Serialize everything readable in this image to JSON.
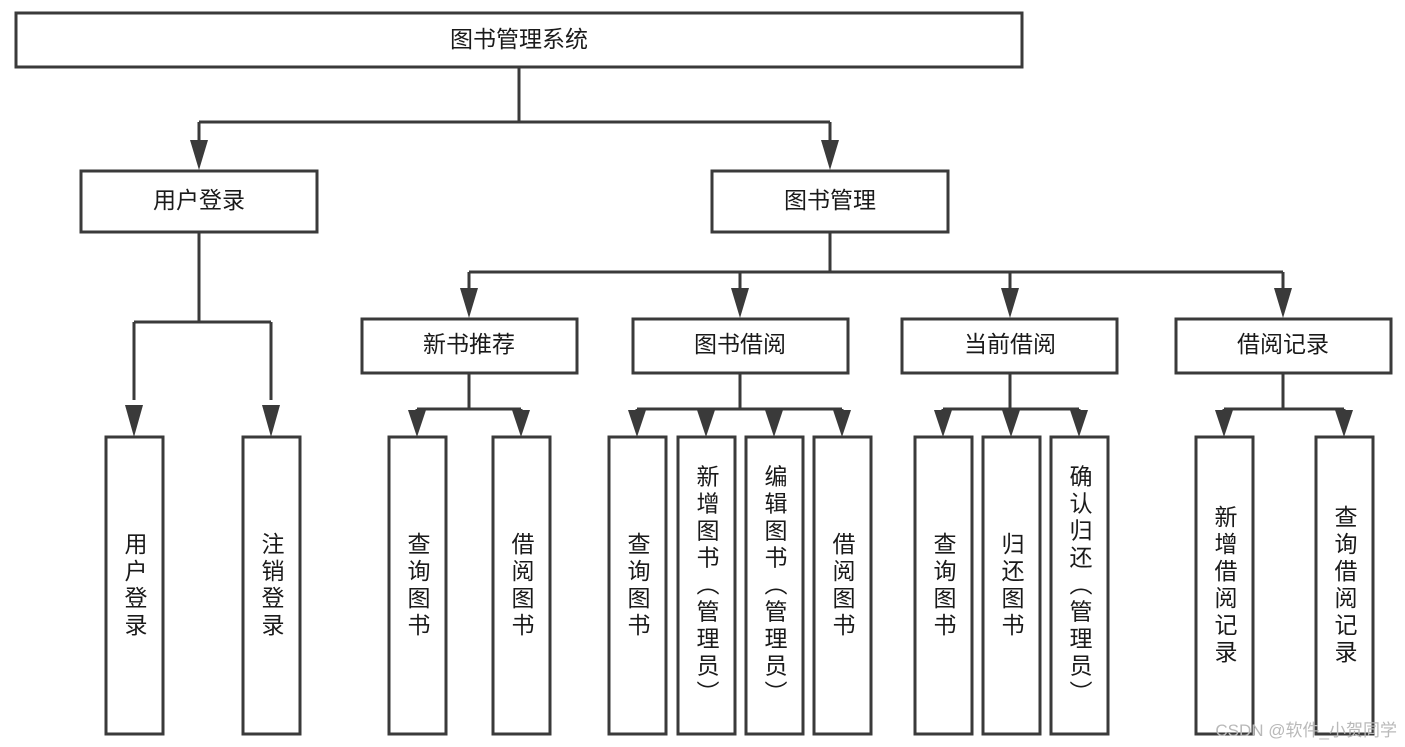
{
  "diagram": {
    "type": "hierarchy-tree",
    "title": "图书管理系统",
    "watermark": "CSDN @软件_小贺同学",
    "colors": {
      "background": "#ffffff",
      "box_stroke": "#3a3a3a",
      "box_fill": "#ffffff",
      "text": "#1a1a1a",
      "watermark": "#b9b9b9"
    },
    "nodes": {
      "root": {
        "label": "图书管理系统",
        "orientation": "horizontal"
      },
      "level2": [
        {
          "id": "user-login",
          "label": "用户登录",
          "orientation": "horizontal"
        },
        {
          "id": "book-manage",
          "label": "图书管理",
          "orientation": "horizontal"
        }
      ],
      "level3": [
        {
          "id": "new-book-recommend",
          "label": "新书推荐",
          "orientation": "horizontal"
        },
        {
          "id": "book-borrow",
          "label": "图书借阅",
          "orientation": "horizontal"
        },
        {
          "id": "current-borrow",
          "label": "当前借阅",
          "orientation": "horizontal"
        },
        {
          "id": "borrow-record",
          "label": "借阅记录",
          "orientation": "horizontal"
        }
      ],
      "leaves": {
        "user-login": [
          {
            "id": "leaf-user-login",
            "label": "用户登录",
            "orientation": "vertical"
          },
          {
            "id": "leaf-logout",
            "label": "注销登录",
            "orientation": "vertical"
          }
        ],
        "new-book-recommend": [
          {
            "id": "leaf-query-book-1",
            "label": "查询图书",
            "orientation": "vertical"
          },
          {
            "id": "leaf-borrow-book-1",
            "label": "借阅图书",
            "orientation": "vertical"
          }
        ],
        "book-borrow": [
          {
            "id": "leaf-query-book-2",
            "label": "查询图书",
            "orientation": "vertical"
          },
          {
            "id": "leaf-add-book",
            "label": "新增图书（管理员）",
            "orientation": "vertical"
          },
          {
            "id": "leaf-edit-book",
            "label": "编辑图书（管理员）",
            "orientation": "vertical"
          },
          {
            "id": "leaf-borrow-book-2",
            "label": "借阅图书",
            "orientation": "vertical"
          }
        ],
        "current-borrow": [
          {
            "id": "leaf-query-book-3",
            "label": "查询图书",
            "orientation": "vertical"
          },
          {
            "id": "leaf-return-book",
            "label": "归还图书",
            "orientation": "vertical"
          },
          {
            "id": "leaf-confirm-return",
            "label": "确认归还（管理员）",
            "orientation": "vertical"
          }
        ],
        "borrow-record": [
          {
            "id": "leaf-add-record",
            "label": "新增借阅记录",
            "orientation": "vertical"
          },
          {
            "id": "leaf-query-record",
            "label": "查询借阅记录",
            "orientation": "vertical"
          }
        ]
      }
    }
  }
}
